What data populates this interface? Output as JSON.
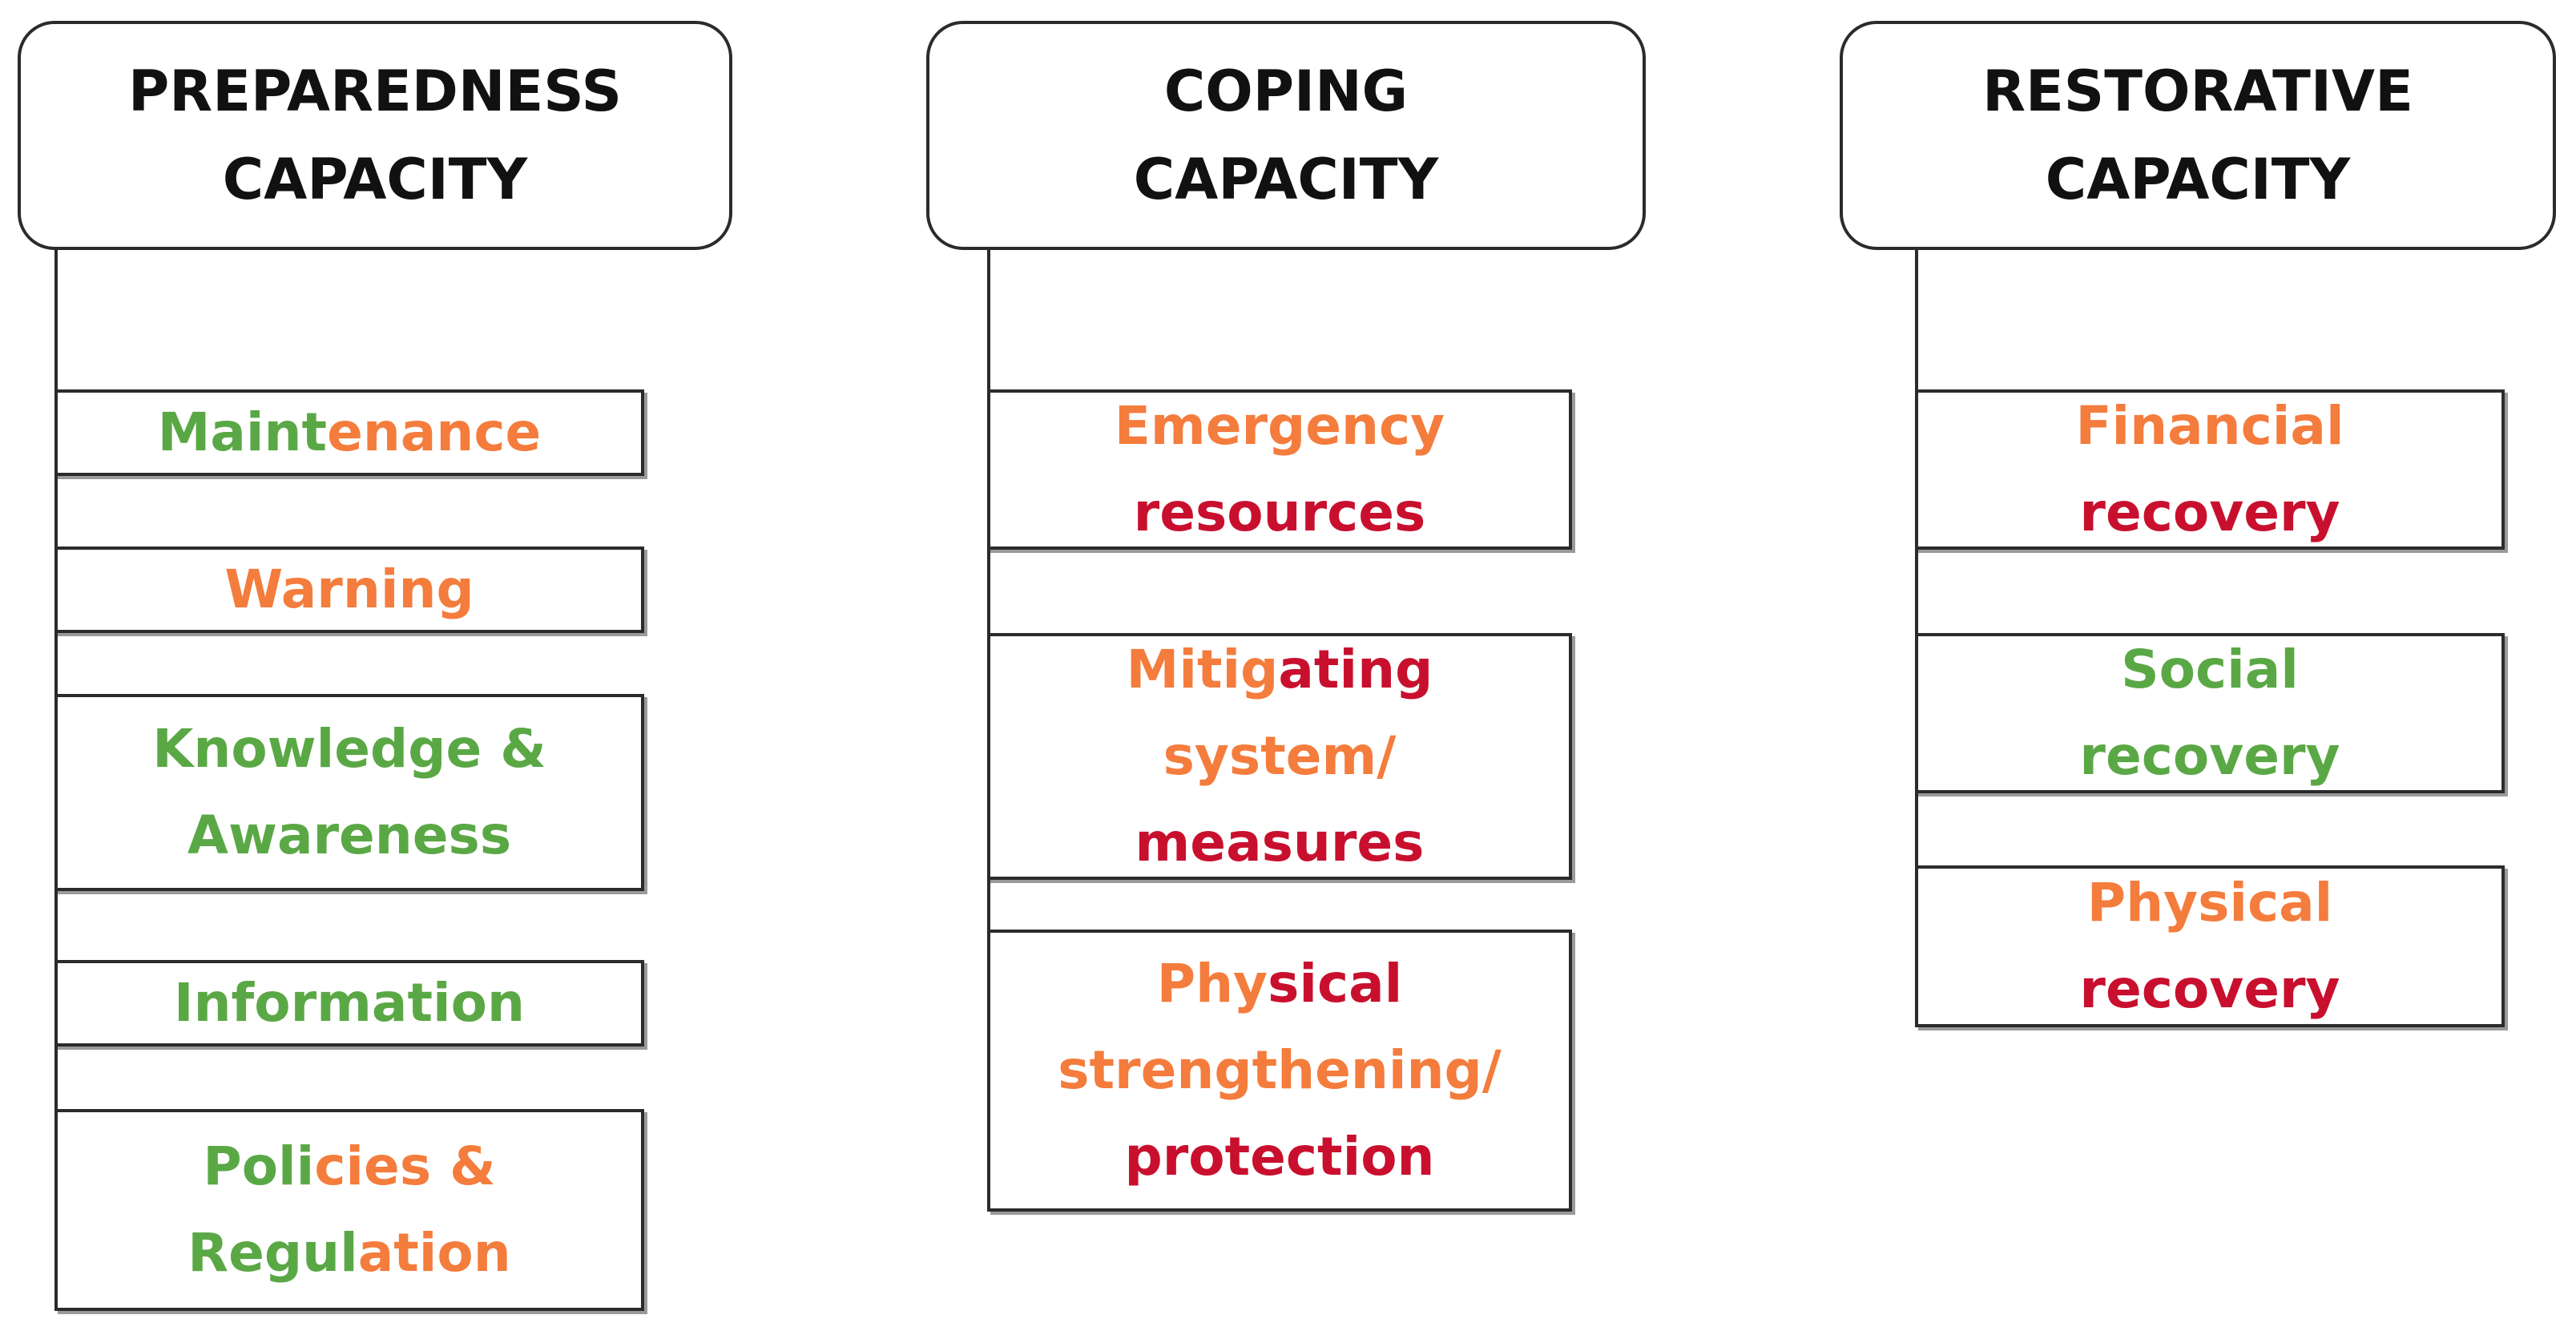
{
  "colors": {
    "green": "#5aa845",
    "orange": "#f47c3c",
    "red": "#c8102e",
    "border": "#2b2b2b"
  },
  "columns": [
    {
      "header": [
        "PREPAREDNESS",
        "CAPACITY"
      ],
      "items": [
        {
          "lines": [
            [
              {
                "t": "Maint",
                "c": "g"
              },
              {
                "t": "enance",
                "c": "o"
              }
            ]
          ]
        },
        {
          "lines": [
            [
              {
                "t": "Warning",
                "c": "o"
              }
            ]
          ]
        },
        {
          "lines": [
            [
              {
                "t": "Knowledge &",
                "c": "g"
              }
            ],
            [
              {
                "t": "Awareness",
                "c": "g"
              }
            ]
          ]
        },
        {
          "lines": [
            [
              {
                "t": "Information",
                "c": "g"
              }
            ]
          ]
        },
        {
          "lines": [
            [
              {
                "t": "Poli",
                "c": "g"
              },
              {
                "t": "cies &",
                "c": "o"
              }
            ],
            [
              {
                "t": "Regul",
                "c": "g"
              },
              {
                "t": "ation",
                "c": "o"
              }
            ]
          ]
        }
      ]
    },
    {
      "header": [
        "COPING",
        "CAPACITY"
      ],
      "items": [
        {
          "lines": [
            [
              {
                "t": "Emergency",
                "c": "o"
              }
            ],
            [
              {
                "t": "resources",
                "c": "r"
              }
            ]
          ]
        },
        {
          "lines": [
            [
              {
                "t": "Mitig",
                "c": "o"
              },
              {
                "t": "ating",
                "c": "r"
              }
            ],
            [
              {
                "t": "system/",
                "c": "o"
              }
            ],
            [
              {
                "t": "measures",
                "c": "r"
              }
            ]
          ]
        },
        {
          "lines": [
            [
              {
                "t": "Phy",
                "c": "o"
              },
              {
                "t": "sical",
                "c": "r"
              }
            ],
            [
              {
                "t": "strengthening/",
                "c": "o"
              }
            ],
            [
              {
                "t": "protection",
                "c": "r"
              }
            ]
          ]
        }
      ]
    },
    {
      "header": [
        "RESTORATIVE",
        "CAPACITY"
      ],
      "items": [
        {
          "lines": [
            [
              {
                "t": "Financial",
                "c": "o"
              }
            ],
            [
              {
                "t": "recovery",
                "c": "r"
              }
            ]
          ]
        },
        {
          "lines": [
            [
              {
                "t": "Social",
                "c": "g"
              }
            ],
            [
              {
                "t": "recovery",
                "c": "g"
              }
            ]
          ]
        },
        {
          "lines": [
            [
              {
                "t": "Physical",
                "c": "o"
              }
            ],
            [
              {
                "t": "recovery",
                "c": "r"
              }
            ]
          ]
        }
      ]
    }
  ]
}
